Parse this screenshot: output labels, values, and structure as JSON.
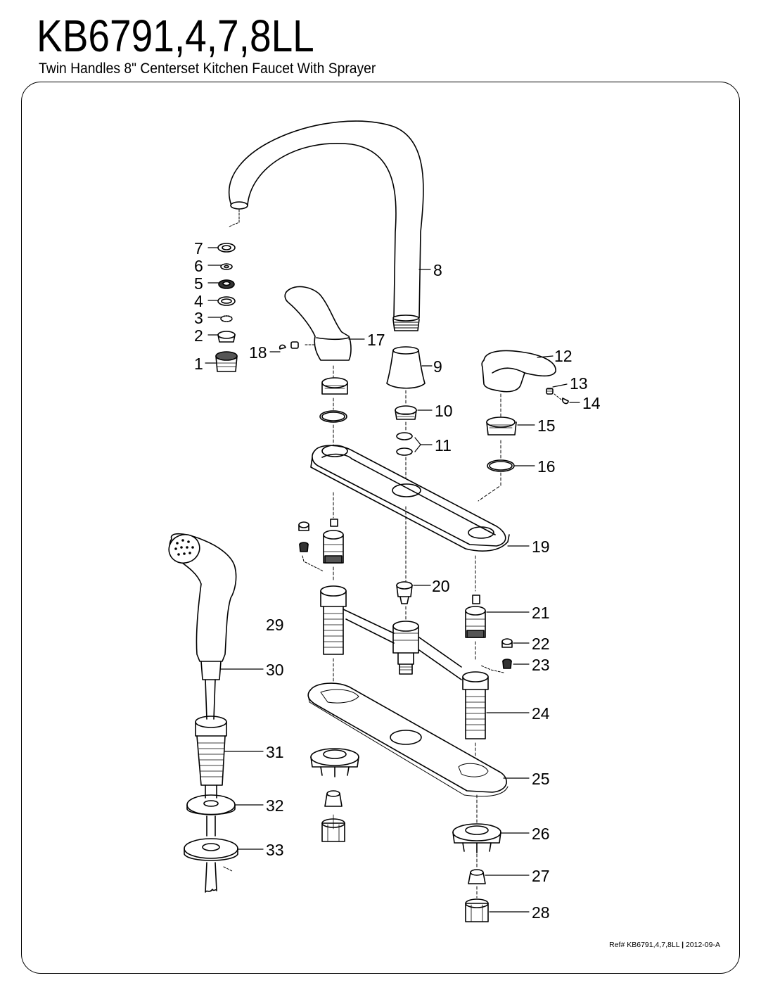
{
  "header": {
    "model": "KB6791,4,7,8LL",
    "subtitle": "Twin Handles 8\" Centerset Kitchen Faucet With Sprayer"
  },
  "footer": {
    "ref_label": "Ref#",
    "ref_value": "KB6791,4,7,8LL",
    "separator": "|",
    "date_rev": "2012-09-A"
  },
  "parts": [
    {
      "id": "1",
      "name": "aerator-housing"
    },
    {
      "id": "2",
      "name": "aerator-ring"
    },
    {
      "id": "3",
      "name": "aerator-screen"
    },
    {
      "id": "4",
      "name": "aerator-washer-ring"
    },
    {
      "id": "5",
      "name": "aerator-insert"
    },
    {
      "id": "6",
      "name": "aerator-small-washer"
    },
    {
      "id": "7",
      "name": "aerator-gasket"
    },
    {
      "id": "8",
      "name": "gooseneck-spout"
    },
    {
      "id": "9",
      "name": "spout-base-cover"
    },
    {
      "id": "10",
      "name": "spout-nut"
    },
    {
      "id": "11",
      "name": "spout-o-rings"
    },
    {
      "id": "12",
      "name": "right-lever-handle"
    },
    {
      "id": "13",
      "name": "set-screw-right"
    },
    {
      "id": "14",
      "name": "screw-cap-right"
    },
    {
      "id": "15",
      "name": "right-bonnet-nut"
    },
    {
      "id": "16",
      "name": "right-o-ring"
    },
    {
      "id": "17",
      "name": "left-lever-handle"
    },
    {
      "id": "18",
      "name": "set-screw-left"
    },
    {
      "id": "19",
      "name": "escutcheon-plate"
    },
    {
      "id": "20",
      "name": "diverter"
    },
    {
      "id": "21",
      "name": "right-cartridge"
    },
    {
      "id": "22",
      "name": "seat-right"
    },
    {
      "id": "23",
      "name": "spring-right"
    },
    {
      "id": "24",
      "name": "valve-body-manifold"
    },
    {
      "id": "25",
      "name": "base-gasket"
    },
    {
      "id": "26",
      "name": "mounting-nut"
    },
    {
      "id": "27",
      "name": "coupling-cone"
    },
    {
      "id": "28",
      "name": "coupling-nut"
    },
    {
      "id": "29",
      "name": "sprayer-head"
    },
    {
      "id": "30",
      "name": "sprayer-hose"
    },
    {
      "id": "31",
      "name": "sprayer-hose-guide"
    },
    {
      "id": "32",
      "name": "sprayer-base"
    },
    {
      "id": "33",
      "name": "sprayer-mounting-nut"
    }
  ]
}
